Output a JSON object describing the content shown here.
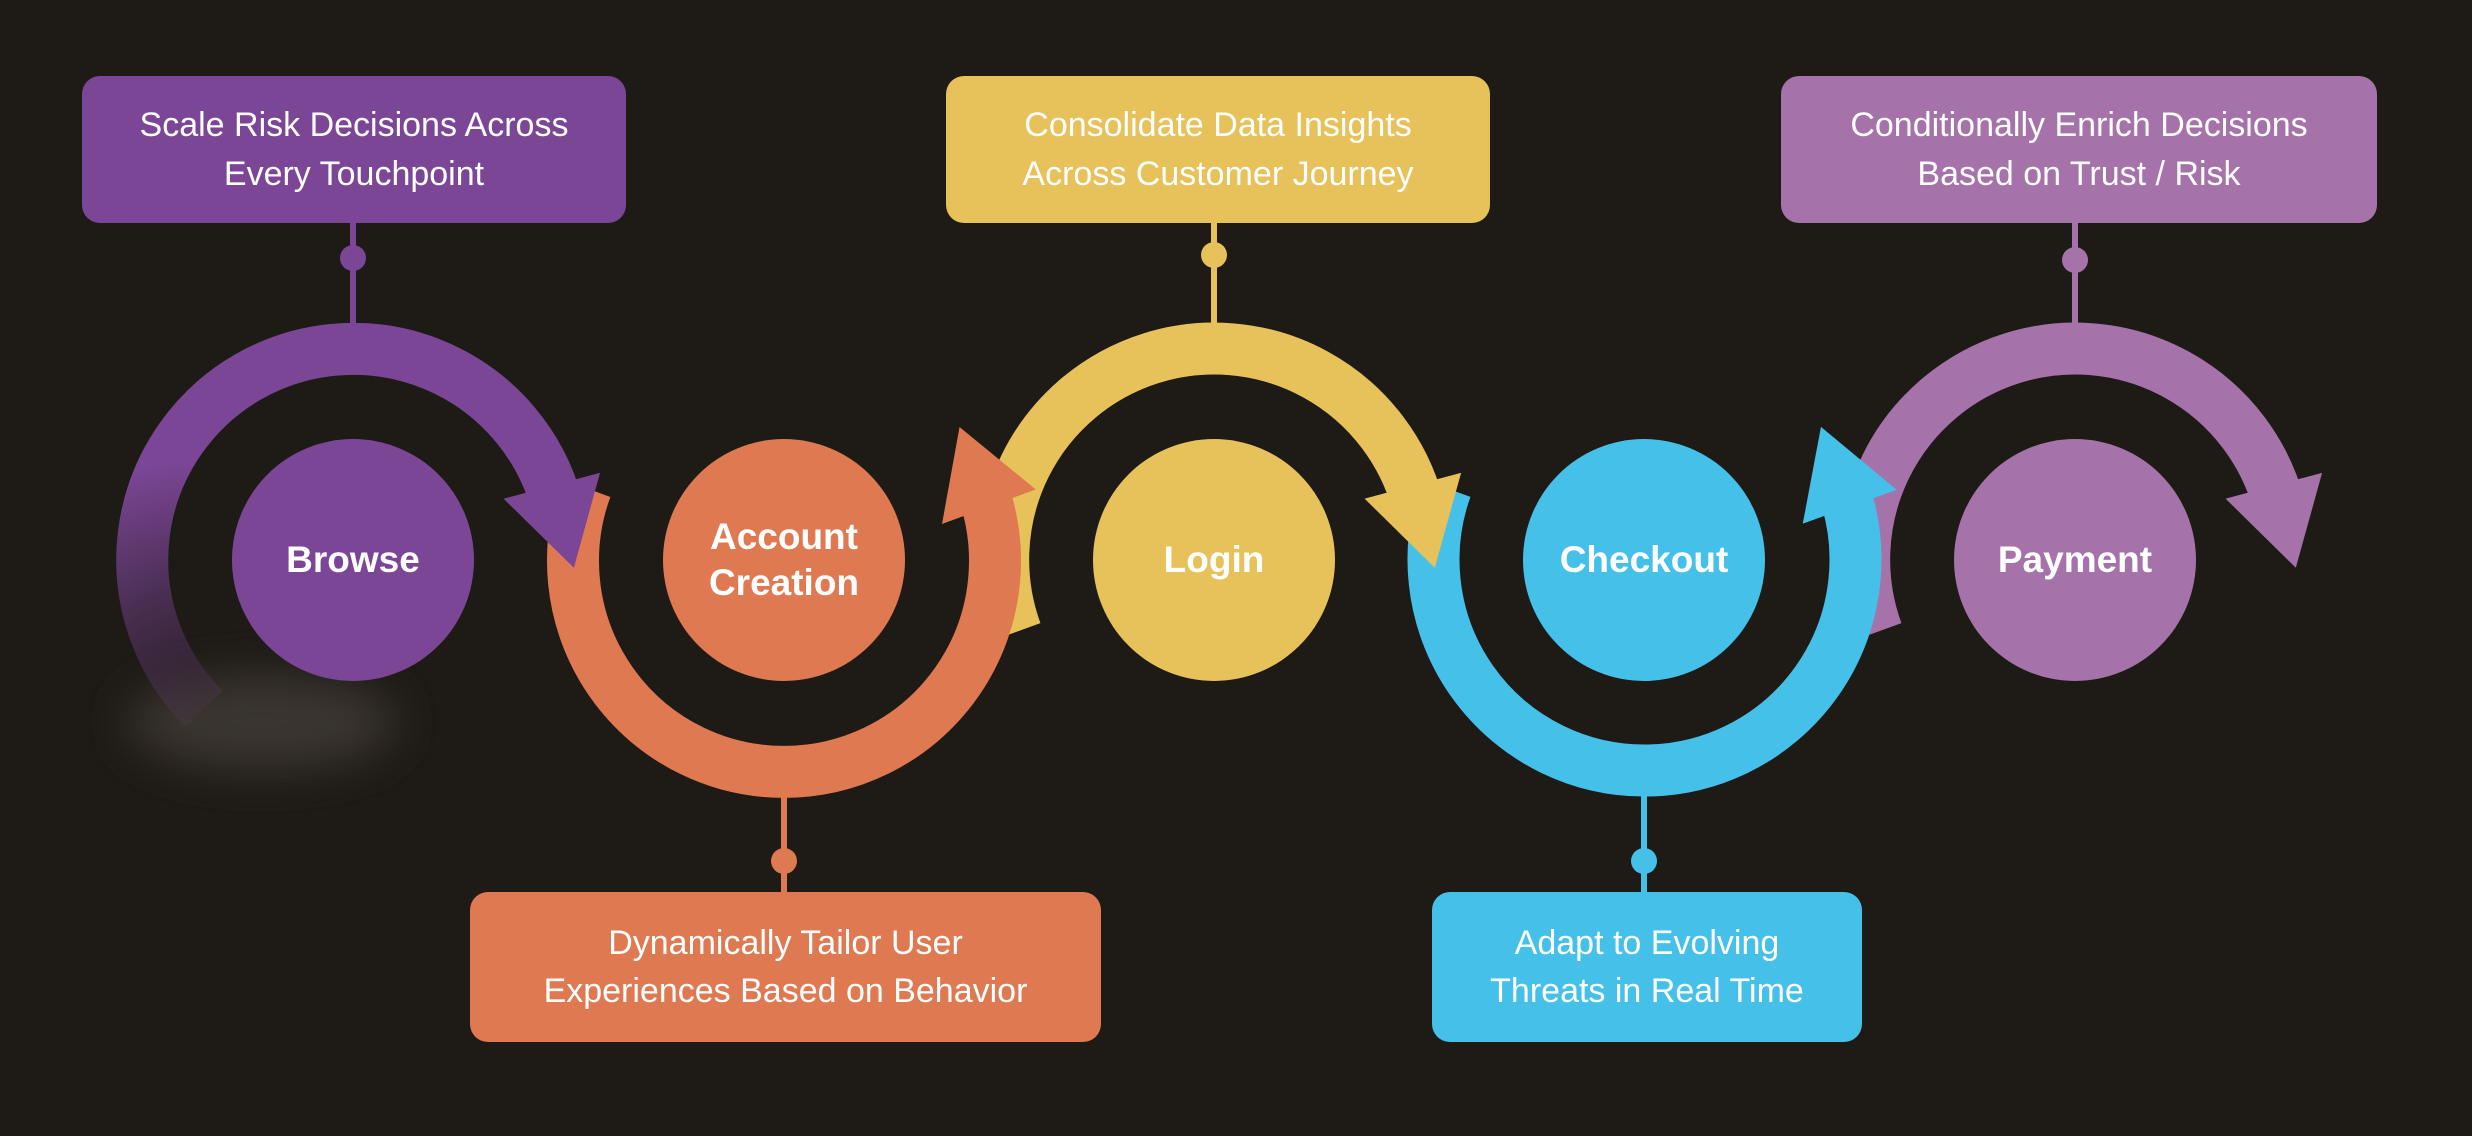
{
  "background": "#1e1a16",
  "text_color": "#ffffff",
  "stages": [
    {
      "id": "browse",
      "label": "Browse",
      "color": "#7c4697",
      "arc_position": "top"
    },
    {
      "id": "account-creation",
      "label": "Account\nCreation",
      "color": "#df7951",
      "arc_position": "bottom"
    },
    {
      "id": "login",
      "label": "Login",
      "color": "#e7c25a",
      "arc_position": "top"
    },
    {
      "id": "checkout",
      "label": "Checkout",
      "color": "#45c0e9",
      "arc_position": "bottom"
    },
    {
      "id": "payment",
      "label": "Payment",
      "color": "#a572aa",
      "arc_position": "top"
    }
  ],
  "callouts": [
    {
      "stage": "browse",
      "placement": "top",
      "text": "Scale Risk Decisions Across\nEvery Touchpoint"
    },
    {
      "stage": "account-creation",
      "placement": "bottom",
      "text": "Dynamically Tailor User\nExperiences Based on Behavior"
    },
    {
      "stage": "login",
      "placement": "top",
      "text": "Consolidate Data Insights\nAcross Customer Journey"
    },
    {
      "stage": "checkout",
      "placement": "bottom",
      "text": "Adapt to Evolving\nThreats in Real Time"
    },
    {
      "stage": "payment",
      "placement": "top",
      "text": "Conditionally Enrich Decisions\nBased on Trust / Risk"
    }
  ]
}
